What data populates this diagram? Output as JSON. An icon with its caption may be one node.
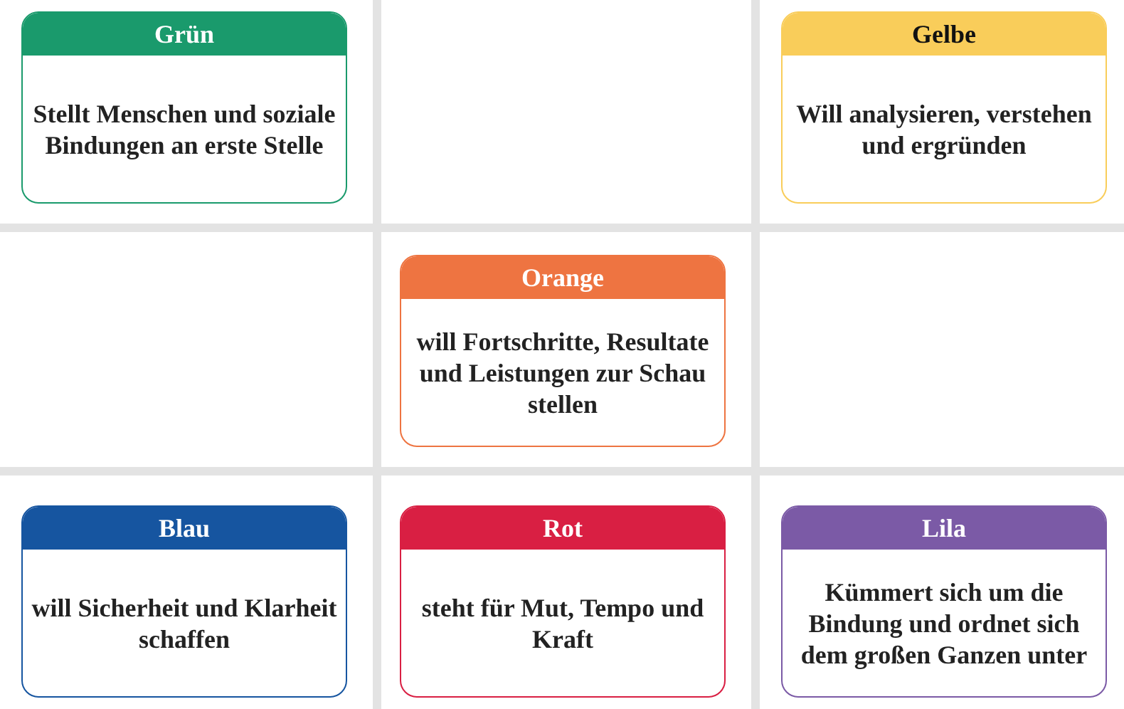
{
  "diagram": {
    "nodes": [
      {
        "text": [
          "Grün",
          "Stellt Menschen und soziale Bindungen an erste Stelle"
        ]
      },
      {
        "text": [
          "Gelbe",
          "Will analysieren, verstehen und ergründen"
        ]
      },
      {
        "text": [
          "Orange",
          "will Fortschritte, Resultate und Leistungen zur Schau stellen"
        ]
      },
      {
        "text": [
          "Blau",
          "will Sicherheit und Klarheit schaffen"
        ]
      },
      {
        "text": [
          "Rot",
          "steht für Mut, Tempo und Kraft"
        ]
      },
      {
        "text": [
          "Lila",
          "Kümmert sich um die Bindung und ordnet sich dem großen Ganzen unter"
        ]
      }
    ]
  }
}
